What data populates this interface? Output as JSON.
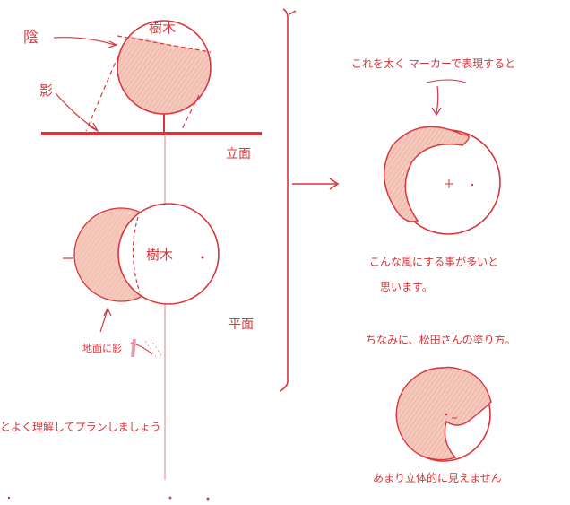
{
  "colors": {
    "ink": "#d9343a",
    "shade_fill": "#f6c9bd",
    "guide": "#d98a8a"
  },
  "labels": {
    "shade": "陰",
    "shadow": "影",
    "tree_top": "樹木",
    "elevation": "立面",
    "tree_plan": "樹木",
    "plan": "平面",
    "plan_note": "地面に影",
    "bottom_left_note": "とよく理解してプランしましょう",
    "marker_note": "これを太く マーカーで表現すると",
    "result_note_line1": "こんな風にする事が多いと",
    "result_note_line2": "思います。",
    "matsuda_note": "ちなみに、松田さんの塗り方。",
    "bottom_right_note": "あまり立体的に見えません"
  }
}
